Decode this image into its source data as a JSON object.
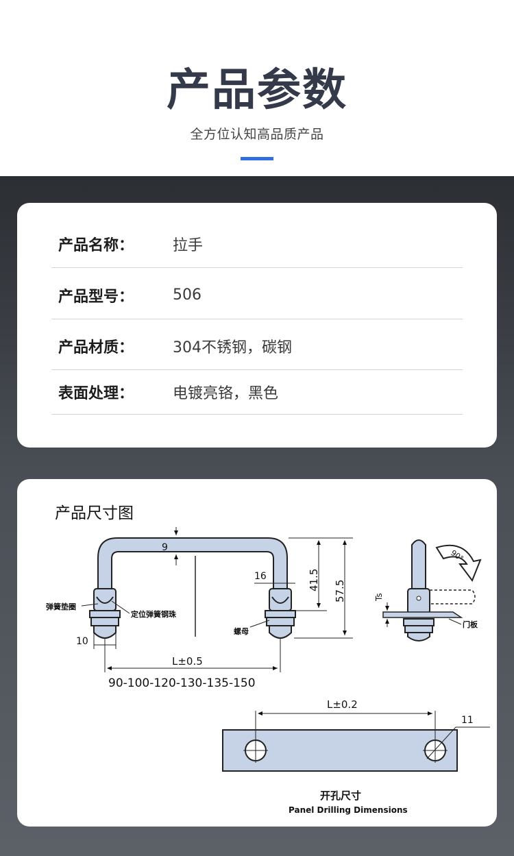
{
  "header": {
    "title": "产品参数",
    "subtitle": "全方位认知高品质产品",
    "accent_color": "#2f6fe0"
  },
  "params": [
    {
      "label": "产品名称：",
      "value": "拉手"
    },
    {
      "label": "产品型号：",
      "value": "506"
    },
    {
      "label": "产品材质：",
      "value": "304不锈钢，碳钢"
    },
    {
      "label": "表面处理：",
      "value": " 电镀亮铬，黑色"
    }
  ],
  "dimensions": {
    "title": "产品尺寸图",
    "handle": {
      "dim_9": "9",
      "dim_16": "16",
      "dim_41_5": "41.5",
      "dim_57_5": "57.5",
      "dim_10": "10",
      "dim_length": "L±0.5",
      "length_options": "90-100-120-130-135-150",
      "label_spring_washer": "弹簧垫圈",
      "label_spring_ball": "定位弹簧钢珠",
      "label_nut": "螺母"
    },
    "side": {
      "angle": "90°",
      "ts": "Ts",
      "door_label": "门板"
    },
    "panel": {
      "dim_length": "L±0.2",
      "dim_hole": "11",
      "title_cn": "开孔尺寸",
      "title_en": "Panel Drilling Dimensions"
    }
  }
}
